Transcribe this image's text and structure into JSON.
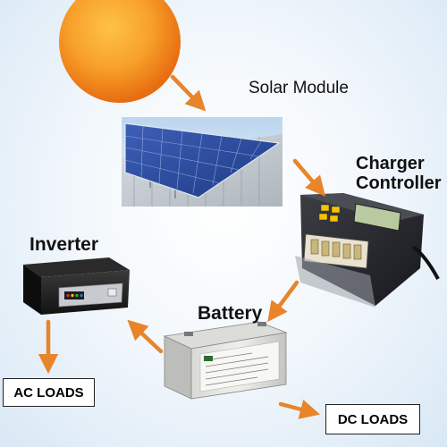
{
  "labels": {
    "solar_module": "Solar Module",
    "charger_controller_line1": "Charger",
    "charger_controller_line2": "Controller",
    "inverter": "Inverter",
    "battery": "Battery",
    "ac_loads": "AC LOADS",
    "dc_loads": "DC LOADS"
  },
  "colors": {
    "sun": "#f0901e",
    "arrow": "#e8842a",
    "background": "#dfeaf4"
  },
  "icons": [
    "sun-icon",
    "solar-panel-icon",
    "charger-controller-icon",
    "inverter-icon",
    "battery-icon"
  ]
}
